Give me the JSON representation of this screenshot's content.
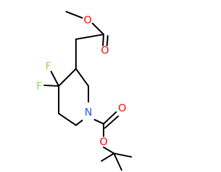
{
  "molecule": {
    "atoms": {
      "o_ester_methoxy": {
        "label": "O",
        "color": "#ff0d0d"
      },
      "o_ester_carbonyl": {
        "label": "O",
        "color": "#ff0d0d"
      },
      "f_upper": {
        "label": "F",
        "color": "#90e050"
      },
      "f_lower": {
        "label": "F",
        "color": "#90e050"
      },
      "n_ring": {
        "label": "N",
        "color": "#3050f8"
      },
      "o_boc_carbonyl": {
        "label": "O",
        "color": "#ff0d0d"
      },
      "o_boc_ether": {
        "label": "O",
        "color": "#ff0d0d"
      }
    },
    "bond_color": "#000000"
  }
}
